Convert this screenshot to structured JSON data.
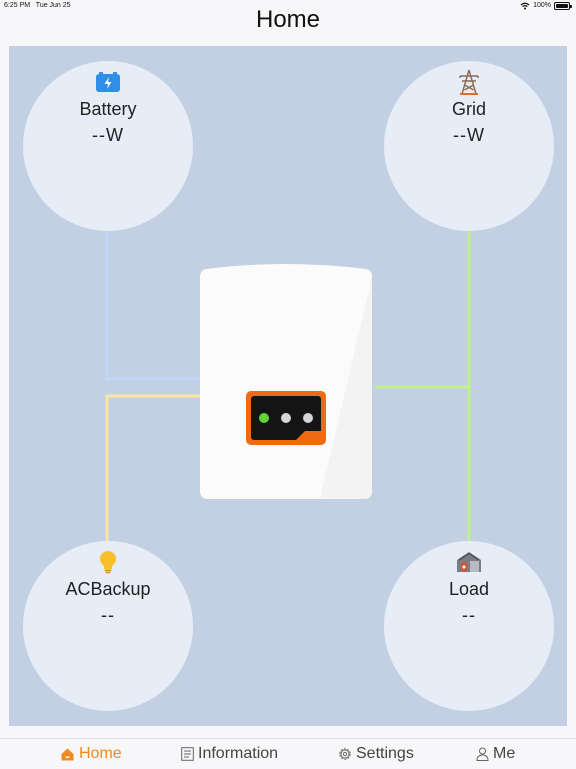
{
  "status_bar": {
    "time": "6:25 PM",
    "date": "Tue Jun 25",
    "battery_percent": "100%"
  },
  "header": {
    "title": "Home"
  },
  "diagram": {
    "battery": {
      "label": "Battery",
      "value": "--W",
      "icon": "battery-icon"
    },
    "grid": {
      "label": "Grid",
      "value": "--W",
      "icon": "power-tower-icon"
    },
    "acbackup": {
      "label": "ACBackup",
      "value": "--",
      "icon": "lightbulb-icon"
    },
    "load": {
      "label": "Load",
      "value": "--",
      "icon": "house-icon"
    },
    "inverter": {
      "leds": [
        "on",
        "off",
        "off"
      ],
      "colors": {
        "led_on": "#5fd33a",
        "led_off": "#d5d5d5",
        "accent": "#f06a12"
      }
    },
    "line_colors": {
      "battery": "#bdd8f7",
      "grid": "#bff08a",
      "load": "#bff08a",
      "acbackup": "#fbe3a0"
    }
  },
  "tabs": [
    {
      "label": "Home",
      "icon": "home-icon",
      "active": true
    },
    {
      "label": "Information",
      "icon": "document-icon",
      "active": false
    },
    {
      "label": "Settings",
      "icon": "gear-icon",
      "active": false
    },
    {
      "label": "Me",
      "icon": "person-icon",
      "active": false
    }
  ],
  "colors": {
    "accent": "#f08a1c",
    "background": "#c3d0e3",
    "node": "#e6edf7"
  }
}
